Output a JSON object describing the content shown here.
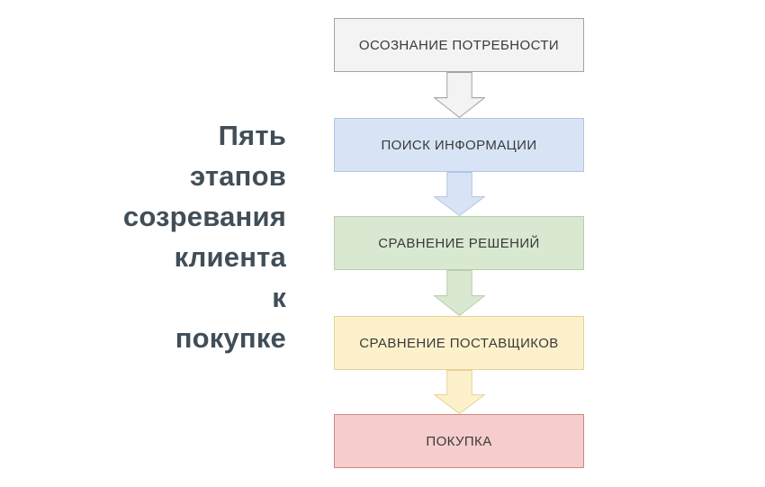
{
  "title": {
    "text": "Пять этапов созревания клиента к покупке",
    "lines": [
      "Пять",
      "этапов",
      "созревания",
      "клиента",
      "к",
      "покупке"
    ],
    "color": "#414e57"
  },
  "flow": {
    "stages": [
      {
        "label": "ОСОЗНАНИЕ ПОТРЕБНОСТИ",
        "fill": "#f3f3f3",
        "border": "#a3a3a3"
      },
      {
        "label": "ПОИСК ИНФОРМАЦИИ",
        "fill": "#d8e4f6",
        "border": "#b0c4e4"
      },
      {
        "label": "СРАВНЕНИЕ РЕШЕНИЙ",
        "fill": "#d9e8d1",
        "border": "#b9ceab"
      },
      {
        "label": "СРАВНЕНИЕ ПОСТАВЩИКОВ",
        "fill": "#fdf1cc",
        "border": "#e6d294"
      },
      {
        "label": "ПОКУПКА",
        "fill": "#f5cdcc",
        "border": "#d5867f"
      }
    ],
    "label_text_color": "#3a3a3a",
    "background": "#ffffff"
  }
}
